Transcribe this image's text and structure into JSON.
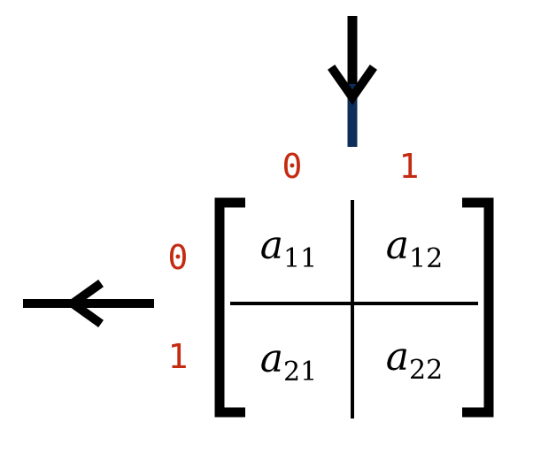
{
  "matrix": {
    "entries": [
      {
        "base": "a",
        "sub": "11"
      },
      {
        "base": "a",
        "sub": "12"
      },
      {
        "base": "a",
        "sub": "21"
      },
      {
        "base": "a",
        "sub": "22"
      }
    ]
  },
  "column_indices": [
    "0",
    "1"
  ],
  "row_indices": [
    "0",
    "1"
  ],
  "arrows": {
    "down": {
      "color": "#000000",
      "highlight_color": "#0b2f5a"
    },
    "left": {
      "color": "#000000"
    }
  },
  "colors": {
    "index_label": "#c42b12",
    "bracket": "#000000",
    "grid": "#000000"
  }
}
